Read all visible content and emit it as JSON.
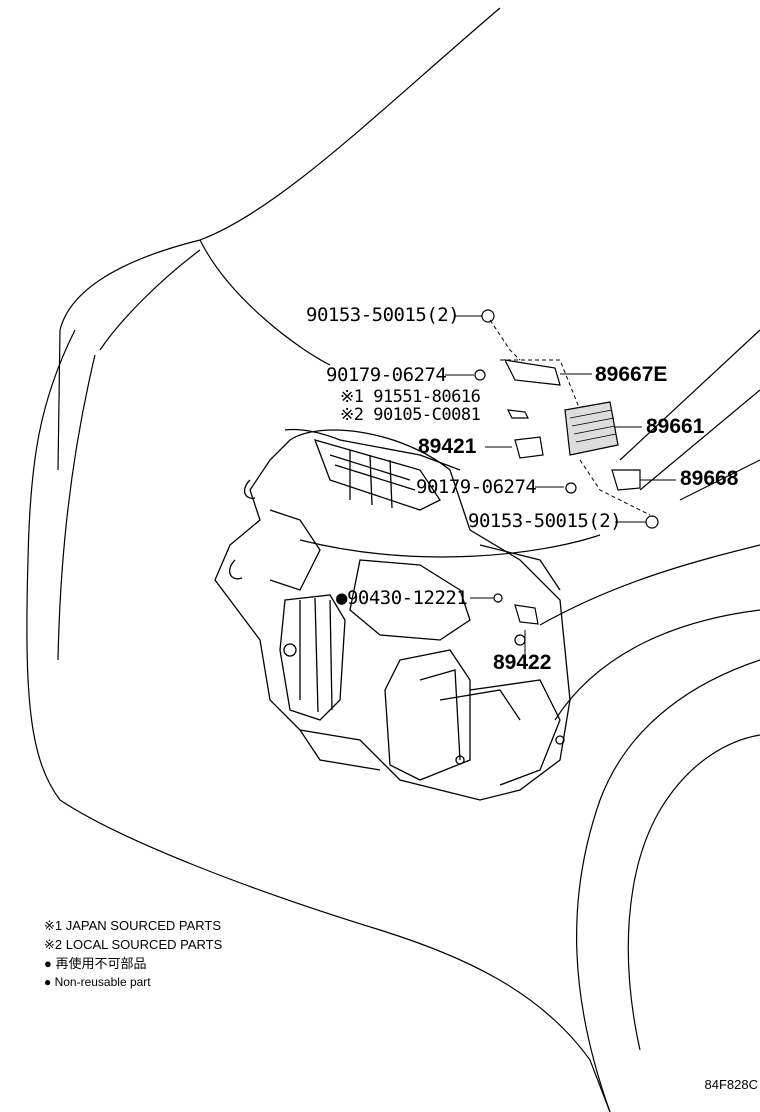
{
  "callouts": {
    "bolt_top": "90153-50015(2)",
    "nut_top": "90179-06274",
    "bracket_89667e": "89667E",
    "screw_jp": "※1 91551-80616",
    "screw_local": "※2 90105-C0081",
    "sensor_89421": "89421",
    "computer_89661": "89661",
    "nut_mid": "90179-06274",
    "bracket_89668": "89668",
    "bolt_mid": "90153-50015(2)",
    "gasket": "●90430-12221",
    "sensor_89422": "89422"
  },
  "legend": {
    "japan": "※1 JAPAN SOURCED PARTS",
    "local": "※2 LOCAL SOURCED PARTS",
    "nonreusable_jp": "● 再使用不可部品",
    "nonreusable_en": "● Non-reusable part"
  },
  "diagram_code": "84F828C"
}
